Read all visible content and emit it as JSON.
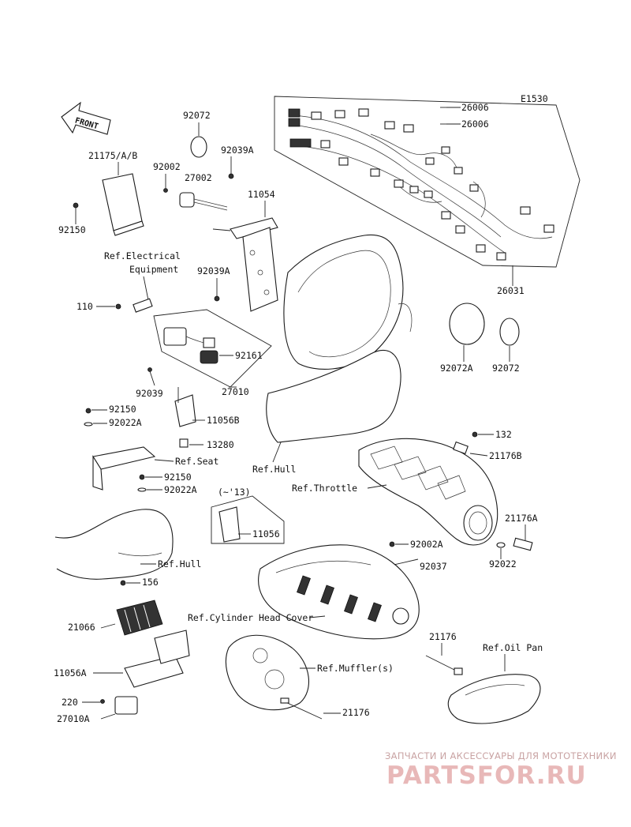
{
  "diagram_code": "E1530",
  "front_label": "FRONT",
  "parts": {
    "p26006a": "26006",
    "p26006b": "26006",
    "p26031": "26031",
    "p92072_top": "92072",
    "p21175": "21175/A/B",
    "p92002": "92002",
    "p92039A_top": "92039A",
    "p27002": "27002",
    "p11054": "11054",
    "p92150_top": "92150",
    "p92039A_mid": "92039A",
    "p110": "110",
    "p92161": "92161",
    "p27010": "27010",
    "p92039": "92039",
    "p11056B": "11056B",
    "p92150_mid": "92150",
    "p92022A_mid": "92022A",
    "p13280": "13280",
    "p92150_low": "92150",
    "p92022A_low": "92022A",
    "p11056": "11056",
    "p11056_note": "(~'13)",
    "p156": "156",
    "p21066": "21066",
    "p11056A": "11056A",
    "p220": "220",
    "p27010A": "27010A",
    "p92072A": "92072A",
    "p92072_right": "92072",
    "p132": "132",
    "p21176B": "21176B",
    "p21176A": "21176A",
    "p92022": "92022",
    "p92002A": "92002A",
    "p92037": "92037",
    "p21176_mid": "21176",
    "p21176_low": "21176"
  },
  "refs": {
    "electrical_1": "Ref.Electrical",
    "electrical_2": "Equipment",
    "hull_top": "Ref.Hull",
    "seat": "Ref.Seat",
    "throttle": "Ref.Throttle",
    "hull_low": "Ref.Hull",
    "cylinder_head_cover": "Ref.Cylinder Head Cover",
    "mufflers": "Ref.Muffler(s)",
    "oil_pan": "Ref.Oil Pan"
  },
  "watermark": {
    "tagline": "ЗАПЧАСТИ И АКСЕССУАРЫ ДЛЯ МОТОТЕХНИКИ",
    "brand": "PARTSFOR.RU"
  }
}
